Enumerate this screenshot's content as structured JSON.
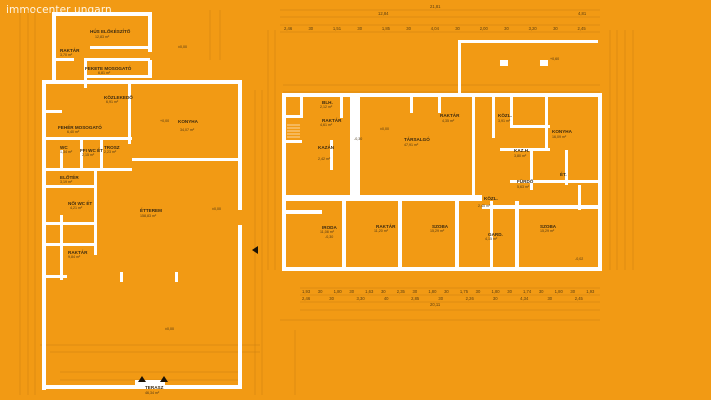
{
  "watermark": "immocenter ungarn",
  "colors": {
    "background": "#f29a14",
    "wall": "#ffffff",
    "line": "#d9860f",
    "text": "#3b2a10"
  },
  "dimensions": {
    "top_overall": "21,81",
    "top_mid": "12,84",
    "top_row": [
      "2,46",
      "30",
      "1,51",
      "30",
      "1,85",
      "30",
      "4,04",
      "30",
      "2,00",
      "30",
      "3,20",
      "30",
      "2,45"
    ],
    "top_right": "4,81",
    "bottom_row": [
      "1,93",
      "30",
      "1,80",
      "30",
      "1,63",
      "30",
      "2,35",
      "30",
      "1,80",
      "30",
      "1,75",
      "30",
      "1,80",
      "30",
      "1,74",
      "30",
      "1,80",
      "30",
      "1,93"
    ],
    "bottom_row2": [
      "2,46",
      "30",
      "3,30",
      "40",
      "2,85",
      "30",
      "2,26",
      "30",
      "4,34",
      "30",
      "2,45"
    ],
    "bottom_overall": "20,11"
  },
  "left_rooms": [
    {
      "name": "HÚS ELŐKÉSZÍTŐ",
      "area": "12,83 m²"
    },
    {
      "name": "RAKTÁR",
      "area": "3,70 m²"
    },
    {
      "name": "FEKETE MOSOGATÓ",
      "area": "6,81 m²"
    },
    {
      "name": "KÖZLEKEDŐ",
      "area": "6,91 m²"
    },
    {
      "name": "KONYHA",
      "area": "34,07 m²"
    },
    {
      "name": "FEHÉR MOSOGATÓ",
      "area": "6,40 m²"
    },
    {
      "name": "WC",
      "area": "1,34 m²"
    },
    {
      "name": "FFI WC ÉT",
      "area": "2,15 m²"
    },
    {
      "name": "TROSZ",
      "area": "2,23 m²"
    },
    {
      "name": "ELŐTÉR",
      "area": "3,19 m²"
    },
    {
      "name": "NŐI WC ÉT",
      "area": "4,21 m²"
    },
    {
      "name": "ÉTTEREM",
      "area": "158,83 m²"
    },
    {
      "name": "RAKTÁR",
      "area": "9,84 m²"
    },
    {
      "name": "TERASZ",
      "area": "46,34 m²"
    }
  ],
  "right_rooms": [
    {
      "name": "BLH.",
      "area": "2,12 m²"
    },
    {
      "name": "RAKTÁR",
      "area": "4,61 m²"
    },
    {
      "name": "KAZÁN",
      "area": "2,42 m²"
    },
    {
      "name": "TÁRSALGÓ",
      "area": "47,91 m²"
    },
    {
      "name": "RAKTÁR",
      "area": "4,35 m²"
    },
    {
      "name": "KÖZL.",
      "area": "3,91 m²"
    },
    {
      "name": "KONYHA",
      "area": "16,09 m²"
    },
    {
      "name": "KAZ.H.",
      "area": "3,80 m²"
    },
    {
      "name": "FÜRDŐ",
      "area": "5,63 m²"
    },
    {
      "name": "ÉT.",
      "area": ""
    },
    {
      "name": "KÖZL.",
      "area": "2,45 m²"
    },
    {
      "name": "IRODA",
      "area": "11,08 m²"
    },
    {
      "name": "RAKTÁR",
      "area": "11,20 m²"
    },
    {
      "name": "SZOBA",
      "area": "15,29 m²"
    },
    {
      "name": "GARD.",
      "area": "4,15 m²"
    },
    {
      "name": "SZOBA",
      "area": "15,29 m²"
    }
  ],
  "level_marks": [
    "±0,00",
    "+0,00",
    "-0,30",
    "±0,00",
    "-0,30",
    "±0,00",
    "+0,60",
    "-0,02",
    "±0,00"
  ]
}
